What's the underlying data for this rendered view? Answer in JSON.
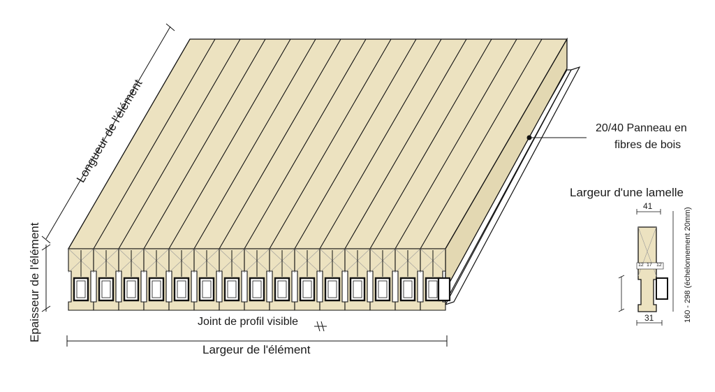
{
  "labels": {
    "length": "Longueur de l'élément",
    "thickness": "Epaisseur de l'élément",
    "width": "Largeur de l'élément",
    "joint": "Joint de profil visible",
    "panel_line1": "20/40 Panneau en",
    "panel_line2": "fibres de bois",
    "lamella_title": "Largeur d'une lamelle",
    "dim_top": "41",
    "dim_bottom": "31",
    "dim_12a": "12",
    "dim_17": "17",
    "dim_12b": "12",
    "height_range": "160 - 298 (échelonnement 20mm)"
  },
  "colors": {
    "wood": "#ece2c0",
    "wood_side": "#e3d8b2",
    "line": "#111111"
  },
  "lamella_count": 15
}
